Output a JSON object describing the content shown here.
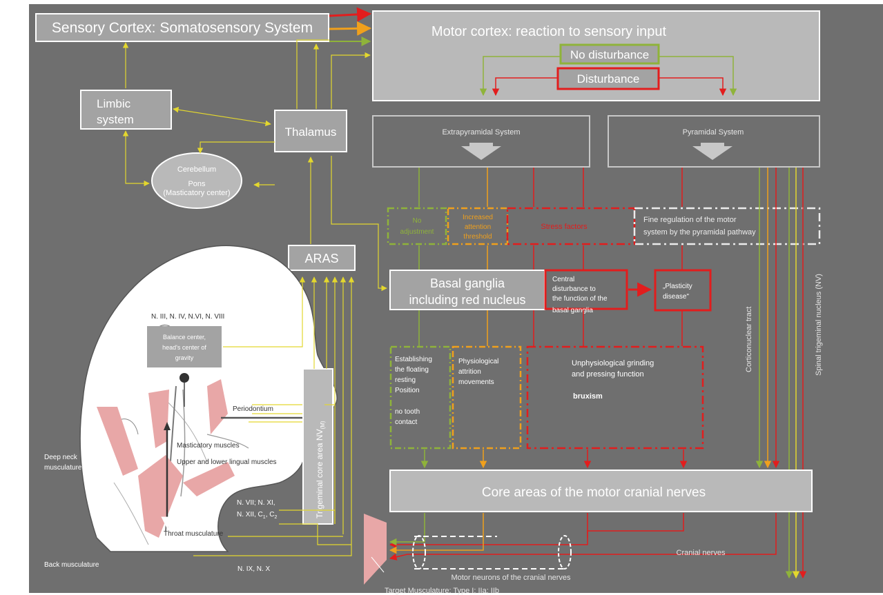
{
  "colors": {
    "background": "#6f6f6f",
    "box_fill": "#b9b9b9",
    "box_fill_dark": "#a3a3a3",
    "green": "#8fb33a",
    "yellow": "#e3d72e",
    "orange": "#f0a01c",
    "red": "#e21d1d",
    "white": "#ffffff",
    "muscle": "#e8a7a7"
  },
  "labels": {
    "sensory_cortex": "Sensory Cortex: Somatosensory System",
    "motor_cortex": "Motor cortex: reaction to sensory input",
    "no_disturbance": "No disturbance",
    "disturbance": "Disturbance",
    "limbic_1": "Limbic",
    "limbic_2": "system",
    "thalamus": "Thalamus",
    "cerebellum": "Cerebellum",
    "pons": "Pons",
    "masticatory_center": "(Masticatory center)",
    "aras": "ARAS",
    "extrapyramidal": "Extrapyramidal System",
    "pyramidal": "Pyramidal System",
    "no_adjustment_1": "No",
    "no_adjustment_2": "adjustment",
    "increased_1": "Increased",
    "increased_2": "attention",
    "increased_3": "threshold",
    "stress": "Stress factors",
    "fine_reg_1": "Fine regulation of the motor",
    "fine_reg_2": "system by the pyramidal pathway",
    "basal_1": "Basal ganglia",
    "basal_2": "including red nucleus",
    "central_1": "Central",
    "central_2": "disturbance  to",
    "central_3": "the function of the",
    "central_4": "basal ganglia",
    "plasticity_1": "„Plasticity",
    "plasticity_2": "disease\"",
    "est_1": "Establishing",
    "est_2": "the floating",
    "est_3": "resting",
    "est_4": "Position",
    "est_5": "no tooth",
    "est_6": "contact",
    "phys_1": "Physiological",
    "phys_2": "attrition",
    "phys_3": "movements",
    "unphys_1": "Unphysiological grinding",
    "unphys_2": "and pressing function",
    "bruxism": "bruxism",
    "core_areas": "Core areas of the motor cranial nerves",
    "corticonuclear": "Corticonuclear tract",
    "spinal_trigeminal": "Spinal trigeminal nucleus (NV)",
    "cranial_nerves": "Cranial nerves",
    "motor_neurons": "Motor neurons of the cranial nerves",
    "target_musculature": "Target Musculature: Type I; IIa; IIb",
    "nerves_top": "N. III, N. IV, N.VI, N. VIII",
    "balance_1": "Balance center,",
    "balance_2": "head's center of",
    "balance_3": "gravity",
    "trigeminal_core": "Trigeminal core area NV",
    "trigeminal_sub": "(M)",
    "periodontium": "Periodontium",
    "masticatory_muscles": "Masticatory muscles",
    "tongue_muscles": "Upper and lower lingual muscles",
    "deep_neck_1": "Deep neck",
    "deep_neck_2": "musculature",
    "nerves_vii": "N. VII; N. XI,",
    "nerves_xii": "N. XII, C",
    "c1_sub": "1",
    "c2_sep": ", C",
    "c2_sub": "2",
    "throat": "Throat musculature",
    "back": "Back musculature",
    "nerves_ix": "N. IX, N. X"
  }
}
